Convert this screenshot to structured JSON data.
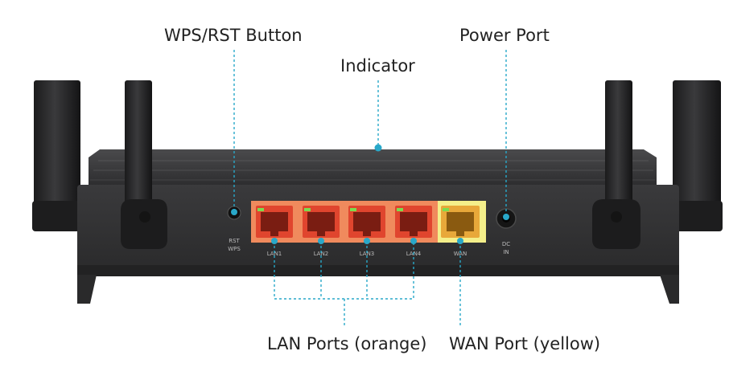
{
  "callouts": {
    "wps_button": "WPS/RST Button",
    "power_port": "Power Port",
    "indicator": "Indicator",
    "lan_ports": "LAN Ports (orange)",
    "wan_port": "WAN Port (yellow)"
  },
  "panel_labels": {
    "wps_line1": "RST",
    "wps_line2": "WPS",
    "lan": [
      "LAN1",
      "LAN2",
      "LAN3",
      "LAN4"
    ],
    "wan": "WAN",
    "dc_line1": "DC",
    "dc_line2": "IN"
  },
  "colors": {
    "lan_port": "#f08a5d",
    "wan_port": "#f4ef8a",
    "callout_line": "#29a8c9",
    "router_body": "#2e2e30"
  }
}
